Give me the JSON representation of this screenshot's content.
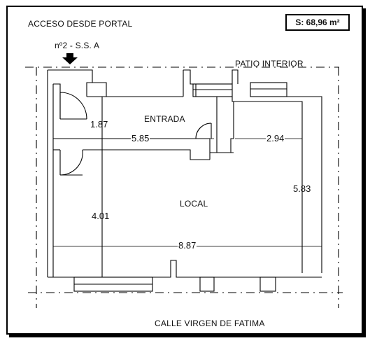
{
  "header": {
    "access_label": "ACCESO DESDE PORTAL",
    "surface_label": "S: 68,96 m²",
    "entry_label": "nº2 - S.S. A"
  },
  "labels": {
    "patio": "PATIO   INTERIOR",
    "street": "CALLE   VIRGEN   DE   FATIMA",
    "entrada": "ENTRADA",
    "local": "LOCAL"
  },
  "dimensions": {
    "entrada_height": "1.87",
    "entrada_width": "5.85",
    "right_width": "2.94",
    "local_height": "4.01",
    "right_height": "5.83",
    "total_width": "8.87"
  },
  "icons": {
    "entry_arrow": "arrow-down-icon"
  }
}
